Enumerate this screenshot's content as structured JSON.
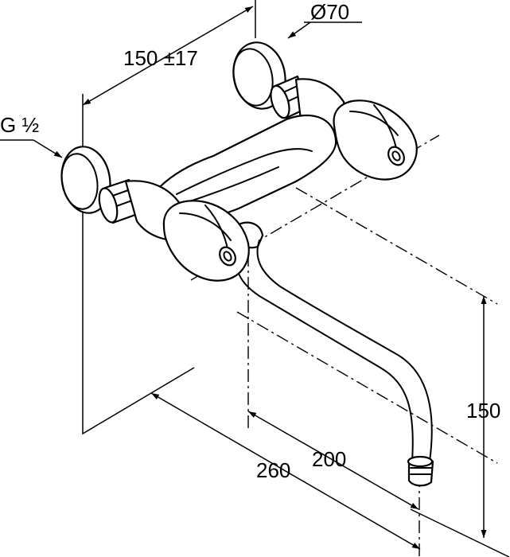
{
  "labels": {
    "diameter": "Ø70",
    "thread": "G ½",
    "spacing": "150 ±17",
    "height": "150",
    "reach_outer": "260",
    "reach_inner": "200"
  },
  "colors": {
    "line": "#000000",
    "background": "#ffffff"
  }
}
